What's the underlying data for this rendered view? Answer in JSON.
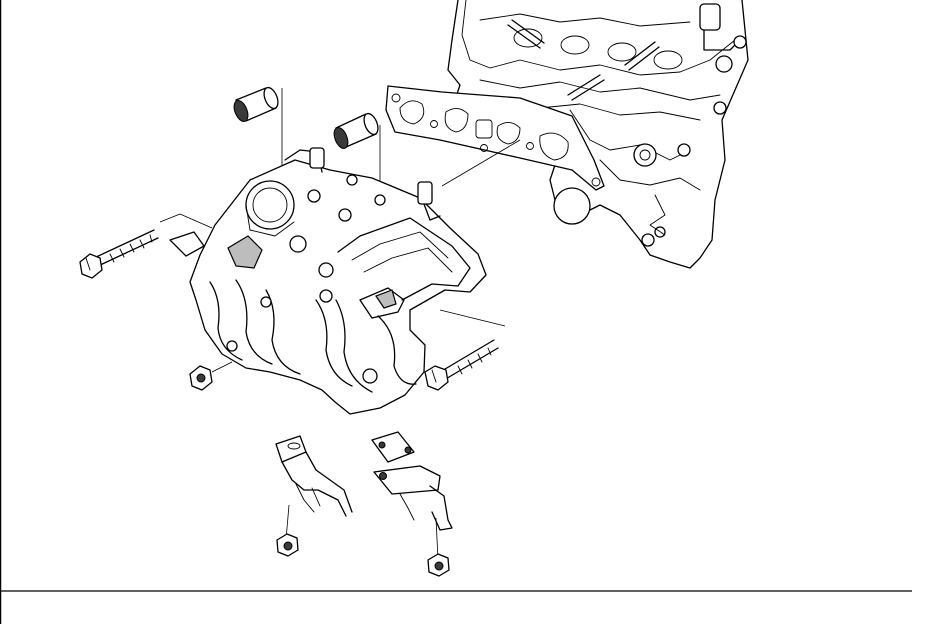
{
  "figure": {
    "type": "exploded-parts-diagram",
    "parts": [
      {
        "name": "engine-cylinder-head-icon"
      },
      {
        "name": "intake-manifold-gasket-icon"
      },
      {
        "name": "intake-manifold-icon"
      },
      {
        "name": "manifold-bolt-icon",
        "count": 2
      },
      {
        "name": "manifold-nut-icon",
        "count": 3
      },
      {
        "name": "stud-spacer-icon",
        "count": 2
      },
      {
        "name": "manifold-support-bracket-icon",
        "count": 2
      },
      {
        "name": "bracket-nut-icon",
        "count": 2
      }
    ]
  }
}
